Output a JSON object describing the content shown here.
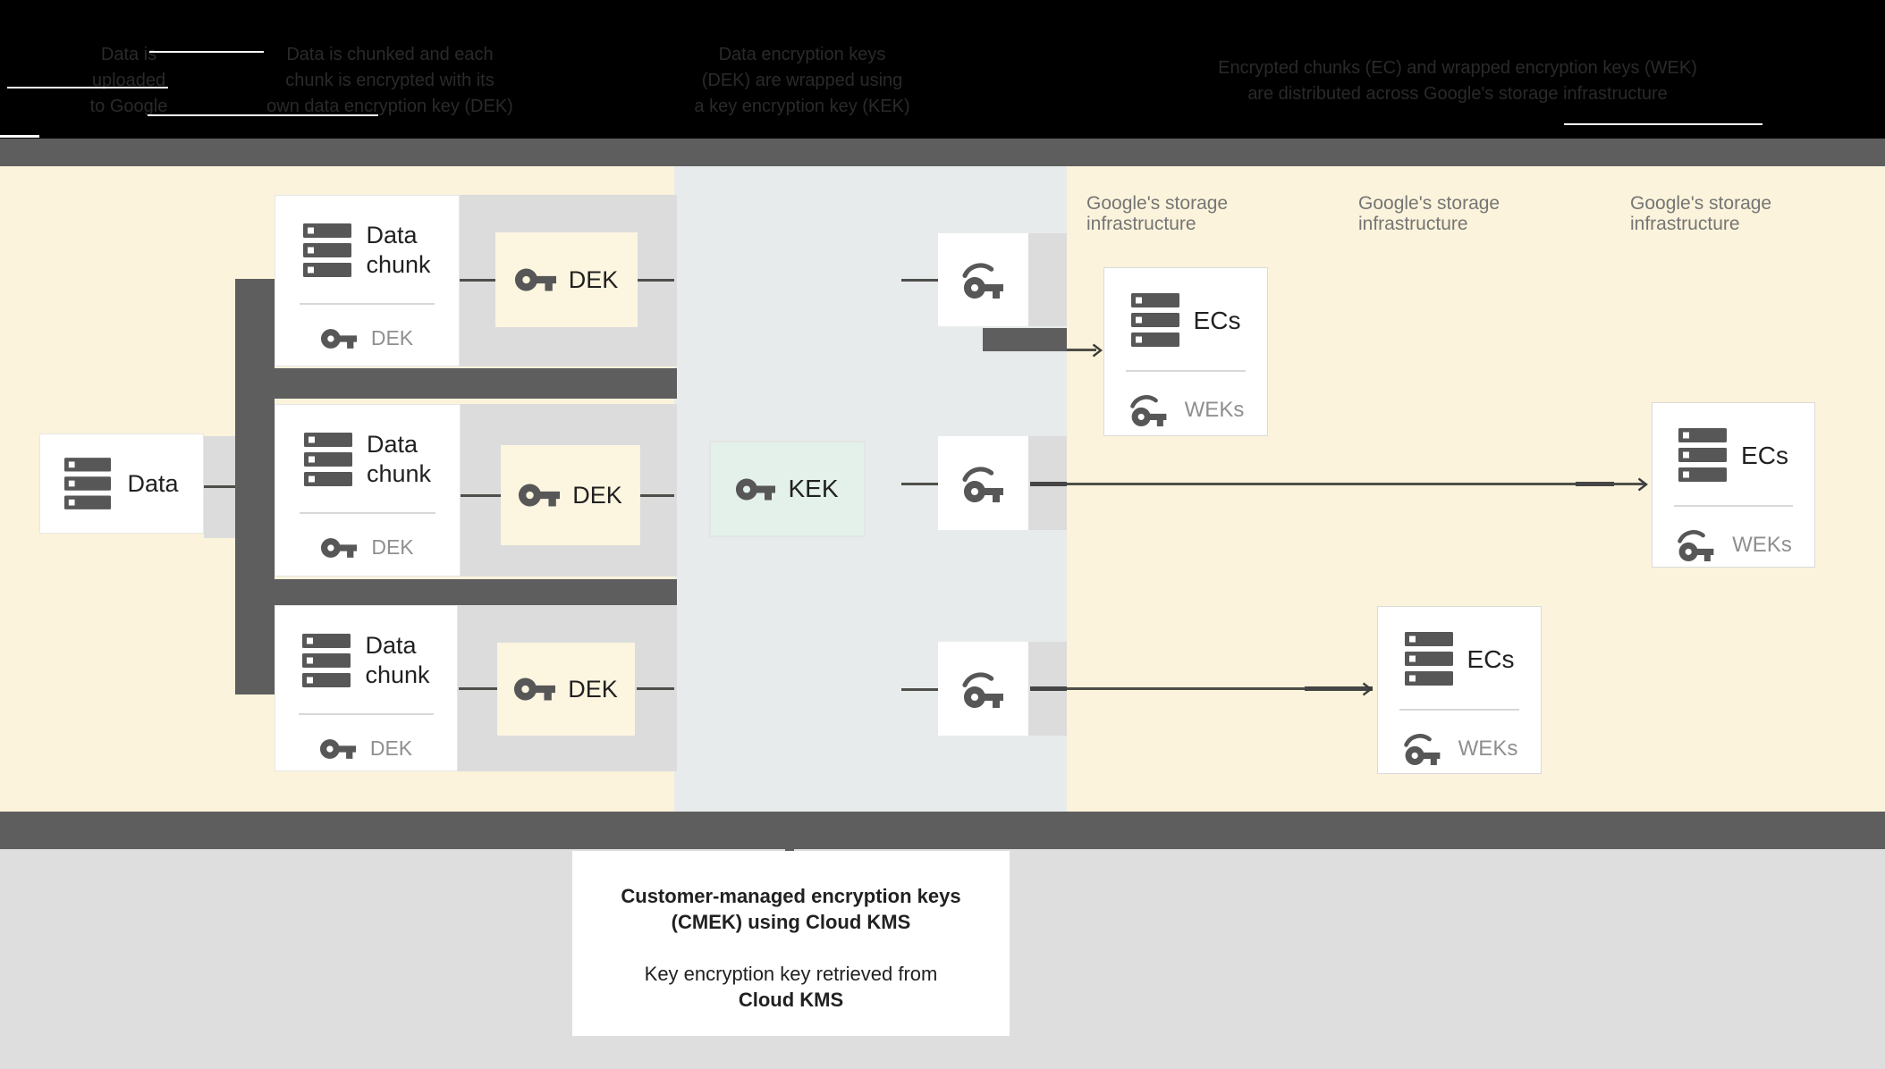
{
  "banner": {
    "col1_lines": [
      "Data is",
      "uploaded",
      "to Google"
    ],
    "col2_lines": [
      "Data is chunked and each",
      "chunk is encrypted with its",
      "own data encryption key (DEK)"
    ],
    "col3_lines": [
      "Data encryption keys",
      "(DEK) are wrapped using",
      "a key encryption key (KEK)"
    ],
    "col4_lines": [
      "Encrypted chunks (EC) and wrapped encryption keys (WEK)",
      "are distributed across Google's storage infrastructure"
    ]
  },
  "labels": {
    "data": "Data",
    "chunk_line1": "Data",
    "chunk_line2": "chunk",
    "dek_small": "DEK",
    "dek": "DEK",
    "kek": "KEK",
    "ecs": "ECs",
    "weks": "WEKs",
    "storage_line1": "Google's storage",
    "storage_line2": "infrastructure"
  },
  "caption": {
    "line1": "Customer-managed encryption keys",
    "line2": "(CMEK) using Cloud KMS",
    "line3": "Key encryption key retrieved from",
    "line4": "Cloud KMS"
  },
  "icons": {
    "stack": "stack-icon",
    "key": "key-icon",
    "wrapped_key": "wrapped-key-icon",
    "arrow": "arrow-right-icon"
  },
  "colors": {
    "banner_black": "#000000",
    "banner_text": "#2A2A2A",
    "divider_band_gray": "#5E5E5E",
    "background_yellow": "#FBF3DB",
    "kms_zone_blue": "#E8EBEC",
    "kek_green": "#E3F1EA",
    "dek_yellow": "#FCF5E0",
    "connector_strip_gray": "#DCDCDC",
    "footer_gray": "#DEDEDE",
    "text_dark": "#212121",
    "text_gray": "#757575"
  }
}
